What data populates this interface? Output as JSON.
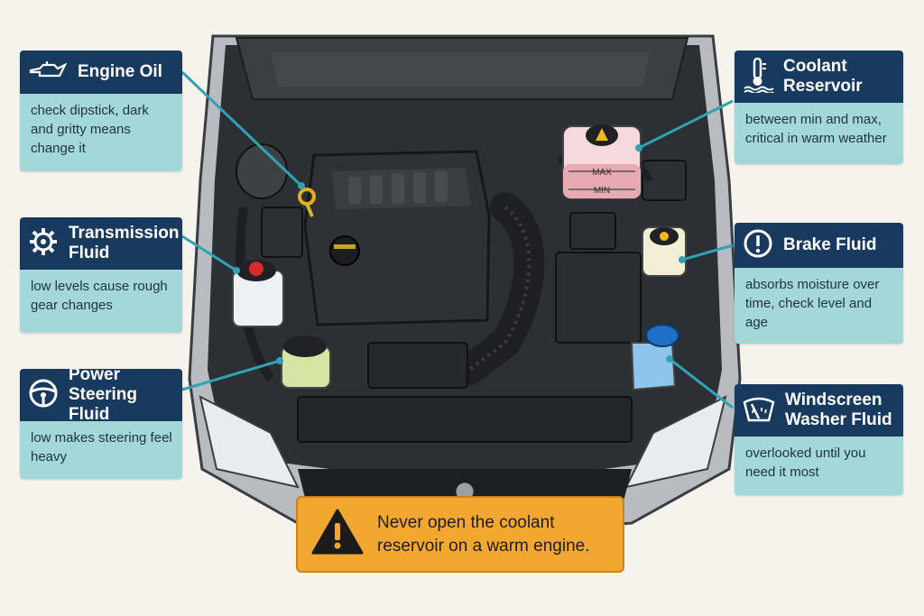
{
  "cards": {
    "engine_oil": {
      "title": "Engine Oil",
      "desc": "check dipstick, dark and gritty means change it",
      "icon": "oil-can-icon"
    },
    "transmission": {
      "title": "Transmission Fluid",
      "desc": "low levels cause rough gear changes",
      "icon": "gear-icon"
    },
    "power_steering": {
      "title": "Power Steering Fluid",
      "desc": "low makes steering feel heavy",
      "icon": "steering-wheel-icon"
    },
    "coolant": {
      "title": "Coolant Reservoir",
      "desc": "between min and max, critical in warm weather",
      "icon": "thermometer-icon"
    },
    "brake": {
      "title": "Brake Fluid",
      "desc": "absorbs moisture over time, check level and age",
      "icon": "exclamation-circle-icon"
    },
    "washer": {
      "title": "Windscreen Washer Fluid",
      "desc": "overlooked until you need it most",
      "icon": "windscreen-wiper-icon"
    }
  },
  "reservoir_labels": {
    "max": "MAX",
    "min": "MIN"
  },
  "warning": {
    "text": "Never open the coolant reservoir on a warm engine.",
    "icon": "warning-triangle-icon"
  },
  "colors": {
    "card_header": "#173a5e",
    "card_body": "#a3d7d8",
    "leader_line": "#2fa3b3",
    "warning_bg": "#f2a830",
    "background": "#f6f3ec"
  }
}
